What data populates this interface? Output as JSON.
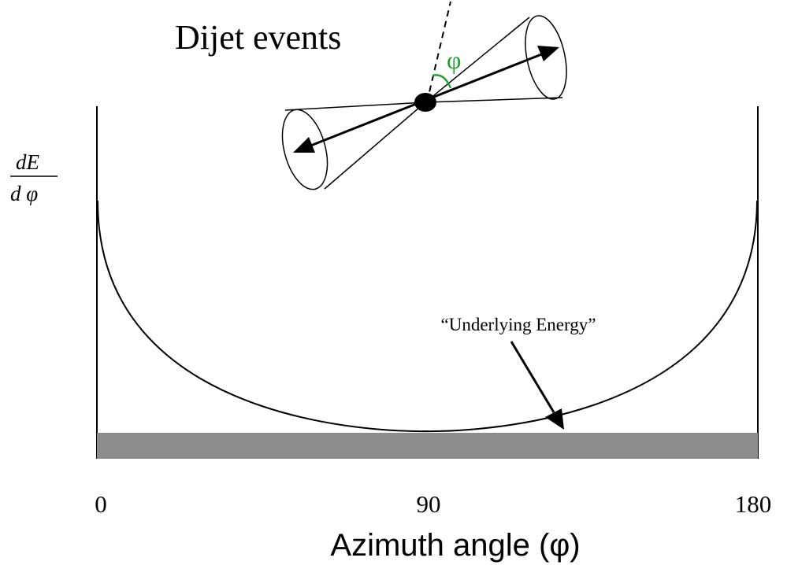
{
  "title": "Dijet events",
  "ylabel": {
    "numerator": "dE",
    "denominator": "d φ"
  },
  "xlabel": "Azimuth angle (φ)",
  "x_ticks": [
    "0",
    "90",
    "180"
  ],
  "phi_symbol": "φ",
  "annotation": "“Underlying Energy”",
  "colors": {
    "line": "#000000",
    "underlying_band": "#8c8c8c",
    "phi_angle": "#22a034",
    "background": "#ffffff"
  }
}
